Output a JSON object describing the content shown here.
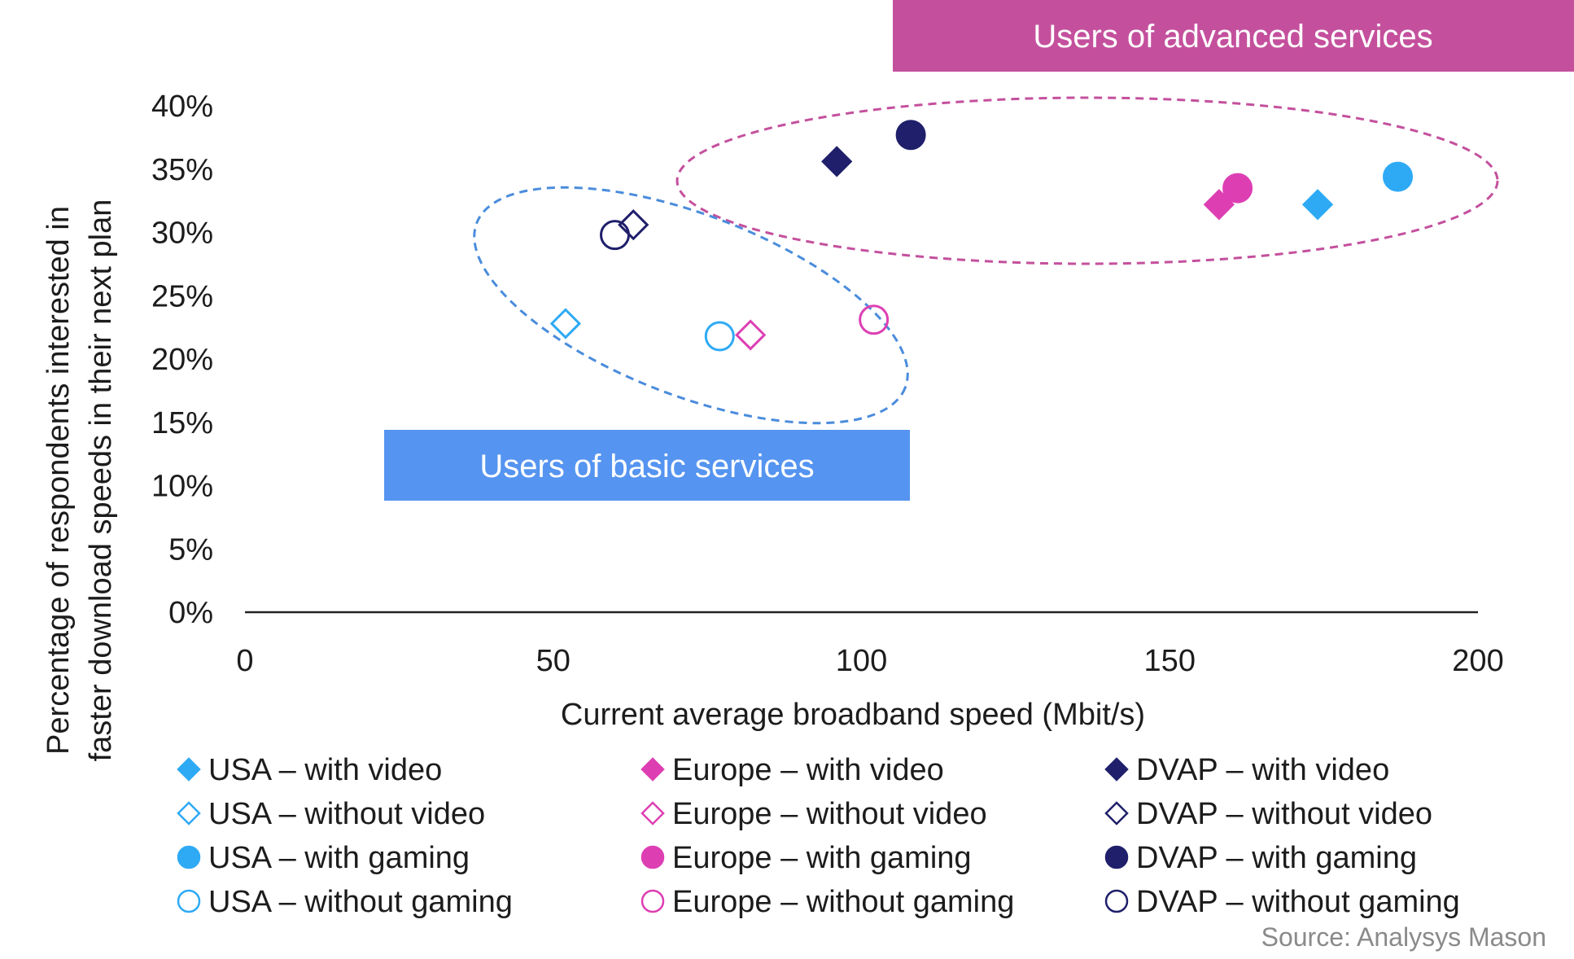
{
  "chart_data": {
    "type": "scatter",
    "xlabel": "Current average broadband speed (Mbit/s)",
    "ylabel": [
      "Percentage of respondents interested in",
      "faster download speeds in their next plan"
    ],
    "xlim": [
      0,
      200
    ],
    "ylim": [
      0,
      40
    ],
    "x_ticks": [
      "0",
      "50",
      "100",
      "150",
      "200"
    ],
    "y_ticks": [
      "0%",
      "5%",
      "10%",
      "15%",
      "20%",
      "25%",
      "30%",
      "35%",
      "40%"
    ],
    "grid": false,
    "legend_position": "bottom",
    "colors": {
      "usa": "#2eaaf5",
      "europe": "#dd3fb3",
      "dvap": "#1f1f6b",
      "advanced": "#c4509d",
      "basic": "#5594f0"
    },
    "series": [
      {
        "name": "USA – with video",
        "marker": "diamond",
        "filled": true,
        "color": "#2eaaf5",
        "x": 174,
        "y": 32.2
      },
      {
        "name": "Europe – with video",
        "marker": "diamond",
        "filled": true,
        "color": "#dd3fb3",
        "x": 158,
        "y": 32.2
      },
      {
        "name": "DVAP – with video",
        "marker": "diamond",
        "filled": true,
        "color": "#1f1f6b",
        "x": 96,
        "y": 35.6
      },
      {
        "name": "USA – without video",
        "marker": "diamond",
        "filled": false,
        "color": "#2eaaf5",
        "x": 52,
        "y": 22.8
      },
      {
        "name": "Europe – without video",
        "marker": "diamond",
        "filled": false,
        "color": "#dd3fb3",
        "x": 82,
        "y": 21.9
      },
      {
        "name": "DVAP – without video",
        "marker": "diamond",
        "filled": false,
        "color": "#1f1f6b",
        "x": 63,
        "y": 30.6
      },
      {
        "name": "USA – with gaming",
        "marker": "circle",
        "filled": true,
        "color": "#2eaaf5",
        "x": 187,
        "y": 34.4
      },
      {
        "name": "Europe – with gaming",
        "marker": "circle",
        "filled": true,
        "color": "#dd3fb3",
        "x": 161,
        "y": 33.5
      },
      {
        "name": "DVAP – with gaming",
        "marker": "circle",
        "filled": true,
        "color": "#1f1f6b",
        "x": 108,
        "y": 37.7
      },
      {
        "name": "USA – without gaming",
        "marker": "circle",
        "filled": false,
        "color": "#2eaaf5",
        "x": 77,
        "y": 21.8
      },
      {
        "name": "Europe – without gaming",
        "marker": "circle",
        "filled": false,
        "color": "#dd3fb3",
        "x": 102,
        "y": 23.1
      },
      {
        "name": "DVAP – without gaming",
        "marker": "circle",
        "filled": false,
        "color": "#1f1f6b",
        "x": 60,
        "y": 29.8
      }
    ],
    "annotations": {
      "advanced": "Users of advanced services",
      "basic": "Users of basic services"
    },
    "source": "Source: Analysys Mason"
  }
}
